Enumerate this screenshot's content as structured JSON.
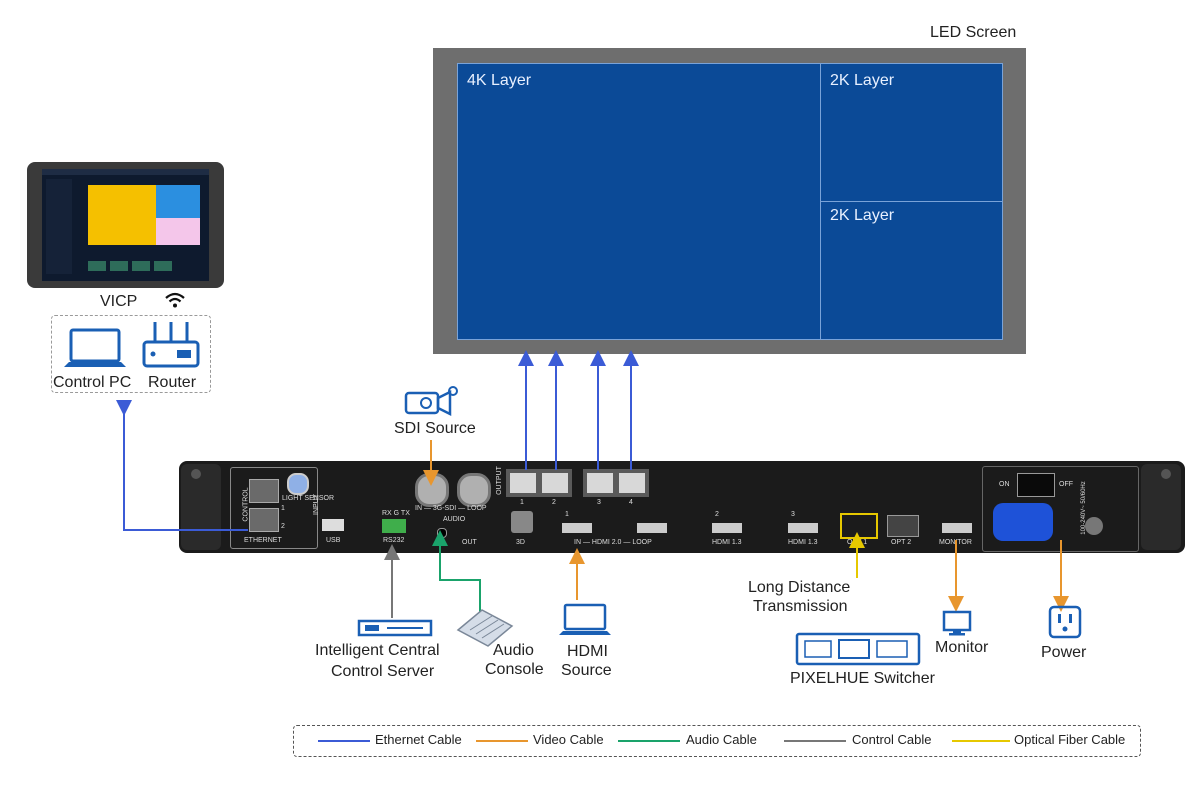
{
  "led": {
    "title": "LED Screen",
    "layers": [
      "4K Layer",
      "2K Layer",
      "2K Layer"
    ]
  },
  "control": {
    "tablet_label": "VICP",
    "pc_label": "Control PC",
    "router_label": "Router"
  },
  "sources": {
    "sdi": "SDI Source",
    "icc_server": "Intelligent Central\nControl Server",
    "icc_line1": "Intelligent Central",
    "icc_line2": "Control Server",
    "audio_line1": "Audio",
    "audio_line2": "Console",
    "hdmi_line1": "HDMI",
    "hdmi_line2": "Source",
    "ldt_line1": "Long Distance",
    "ldt_line2": "Transmission",
    "switcher": "PIXELHUE Switcher",
    "monitor": "Monitor",
    "power": "Power"
  },
  "device_ports": {
    "control": "CONTROL",
    "light_sensor": "LIGHT SENSOR",
    "input": "INPUT",
    "ethernet": "ETHERNET",
    "usb": "USB",
    "rs232": "RS232",
    "rxgtx": "RX G TX",
    "sdi": "IN — 3G-SDI — LOOP",
    "audio": "AUDIO",
    "audio_out": "OUT",
    "output": "OUTPUT",
    "three_d": "3D",
    "hdmi20": "IN — HDMI 2.0 — LOOP",
    "hdmi13a": "HDMI 1.3",
    "hdmi13b": "HDMI 1.3",
    "opt1": "OPT 1",
    "opt2": "OPT 2",
    "monitor": "MONITOR",
    "on": "ON",
    "off": "OFF",
    "voltage": "100-240V~ 50/60Hz",
    "eth_nums": [
      "1",
      "2"
    ],
    "out_nums": [
      "1",
      "2",
      "3",
      "4"
    ],
    "hdmi_nums": [
      "1",
      "2",
      "3"
    ]
  },
  "legend": [
    {
      "label": "Ethernet Cable",
      "color": "#3b5bd6"
    },
    {
      "label": "Video Cable",
      "color": "#e8962e"
    },
    {
      "label": "Audio Cable",
      "color": "#1aa36b"
    },
    {
      "label": "Control Cable",
      "color": "#777777"
    },
    {
      "label": "Optical Fiber Cable",
      "color": "#e6c800"
    }
  ],
  "colors": {
    "ethernet": "#3b5bd6",
    "video": "#e8962e",
    "audio": "#1aa36b",
    "control": "#777777",
    "fiber": "#e6c800",
    "led_blue": "#0b4a97"
  }
}
